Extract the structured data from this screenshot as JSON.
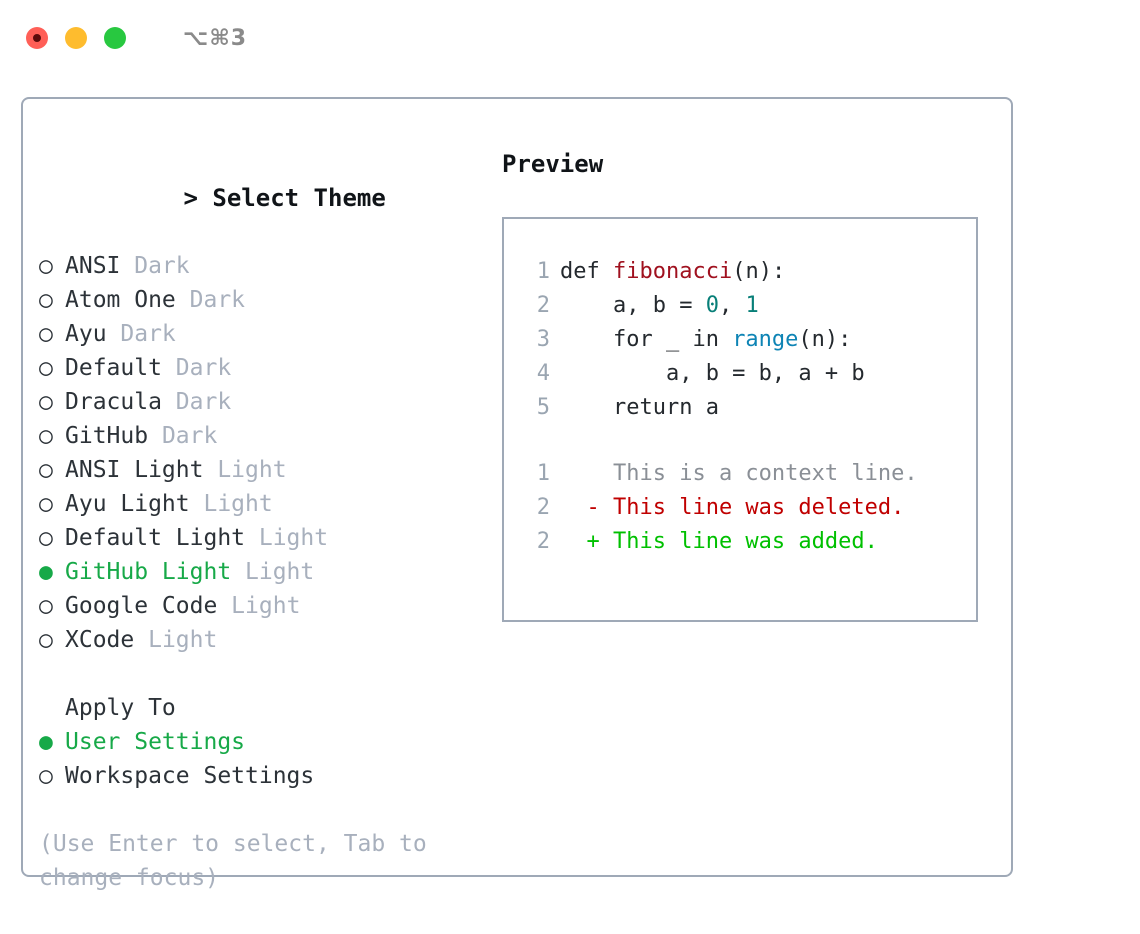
{
  "titlebar": {
    "shortcut": "⌥⌘3",
    "buttons": [
      "close",
      "minimize",
      "maximize"
    ]
  },
  "left": {
    "header": {
      "prefix": "> ",
      "text": "Select Theme"
    },
    "markers": {
      "selected": "●",
      "unselected": "○"
    },
    "themes": [
      {
        "name": "ANSI",
        "variant": "Dark",
        "selected": false
      },
      {
        "name": "Atom One",
        "variant": "Dark",
        "selected": false
      },
      {
        "name": "Ayu",
        "variant": "Dark",
        "selected": false
      },
      {
        "name": "Default",
        "variant": "Dark",
        "selected": false
      },
      {
        "name": "Dracula",
        "variant": "Dark",
        "selected": false
      },
      {
        "name": "GitHub",
        "variant": "Dark",
        "selected": false
      },
      {
        "name": "ANSI Light",
        "variant": "Light",
        "selected": false
      },
      {
        "name": "Ayu Light",
        "variant": "Light",
        "selected": false
      },
      {
        "name": "Default Light",
        "variant": "Light",
        "selected": false
      },
      {
        "name": "GitHub Light",
        "variant": "Light",
        "selected": true
      },
      {
        "name": "Google Code",
        "variant": "Light",
        "selected": false
      },
      {
        "name": "XCode",
        "variant": "Light",
        "selected": false
      }
    ],
    "apply_to": {
      "label": "Apply To",
      "options": [
        {
          "name": "User Settings",
          "selected": true
        },
        {
          "name": "Workspace Settings",
          "selected": false
        }
      ]
    },
    "hint": "(Use Enter to select, Tab to change focus)"
  },
  "right": {
    "title": "Preview",
    "code": [
      {
        "num": "1",
        "parts": [
          {
            "t": "def ",
            "c": "plain"
          },
          {
            "t": "fibonacci",
            "c": "fn"
          },
          {
            "t": "(n):",
            "c": "plain"
          }
        ]
      },
      {
        "num": "2",
        "parts": [
          {
            "t": "    a, b = ",
            "c": "plain"
          },
          {
            "t": "0",
            "c": "num"
          },
          {
            "t": ", ",
            "c": "plain"
          },
          {
            "t": "1",
            "c": "num"
          }
        ]
      },
      {
        "num": "3",
        "parts": [
          {
            "t": "    for _ in ",
            "c": "plain"
          },
          {
            "t": "range",
            "c": "bi"
          },
          {
            "t": "(n):",
            "c": "plain"
          }
        ]
      },
      {
        "num": "4",
        "parts": [
          {
            "t": "        a, b = b, a + b",
            "c": "plain"
          }
        ]
      },
      {
        "num": "5",
        "parts": [
          {
            "t": "    return a",
            "c": "plain"
          }
        ]
      }
    ],
    "diff": [
      {
        "num": "1",
        "marker": " ",
        "text": "This is a context line.",
        "kind": "ctx"
      },
      {
        "num": "2",
        "marker": "-",
        "text": "This line was deleted.",
        "kind": "del"
      },
      {
        "num": "2",
        "marker": "+",
        "text": "This line was added.",
        "kind": "add"
      }
    ]
  },
  "colors": {
    "accent_green": "#17a948",
    "muted": "#a8b0bd",
    "border": "#9fa9b7",
    "code_text": "#24292e",
    "fn_red": "#a0111f",
    "num_teal": "#087f78",
    "builtin_blue": "#0e84b5",
    "diff_del": "#c00000",
    "diff_add": "#00c000",
    "gutter": "#9aa5b1",
    "traffic_red": "#ff5f57",
    "traffic_amber": "#febc2e",
    "traffic_green": "#28c840"
  }
}
